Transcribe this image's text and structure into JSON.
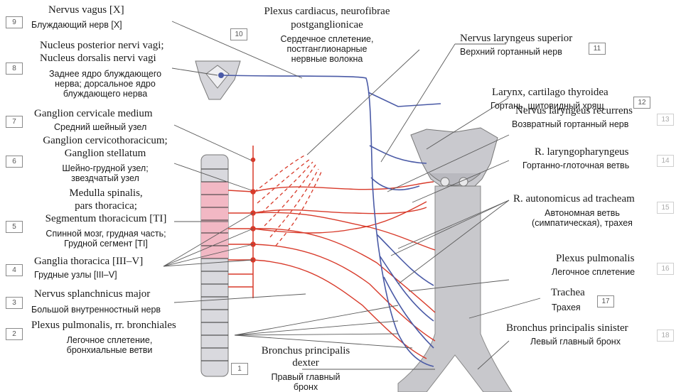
{
  "labels": [
    {
      "num": "9",
      "lat": "Nervus vagus [X]",
      "ru": "Блуждающий нерв [X]"
    },
    {
      "num": "8",
      "lat_lines": [
        "Nucleus posterior nervi vagi;",
        "Nucleus dorsalis nervi vagi"
      ],
      "ru_lines": [
        "Заднее ядро блуждающего",
        "нерва; дорсальное ядро",
        "блуждающего нерва"
      ]
    },
    {
      "num": "7",
      "lat": "Ganglion cervicale medium",
      "ru": "Средний шейный узел"
    },
    {
      "num": "6",
      "lat_lines": [
        "Ganglion cervicothoracicum;",
        "Ganglion stellatum"
      ],
      "ru_lines": [
        "Шейно-грудной узел;",
        "звездчатый узел"
      ]
    },
    {
      "num": "5",
      "lat_lines": [
        "Medulla spinalis,",
        "pars thoracica;",
        "Segmentum thoracicum [TI]"
      ],
      "ru_lines": [
        "Спинной мозг, грудная часть;",
        "Грудной сегмент [TI]"
      ]
    },
    {
      "num": "4",
      "lat": "Ganglia thoracica [III–V]",
      "ru": "Грудные узлы [III–V]"
    },
    {
      "num": "3",
      "lat": "Nervus splanchnicus major",
      "ru": "Большой внутренностный нерв"
    },
    {
      "num": "2",
      "lat": "Plexus pulmonalis, rr. bronchiales",
      "ru_lines": [
        "Легочное сплетение,",
        "бронхиальные ветви"
      ]
    },
    {
      "num": "1",
      "lat_lines": [
        "Bronchus principalis",
        "dexter"
      ],
      "ru_lines": [
        "Правый главный",
        "бронх"
      ]
    },
    {
      "num": "10",
      "lat_lines": [
        "Plexus cardiacus, neurofibrae",
        "postganglionicae"
      ],
      "ru_lines": [
        "Сердечное сплетение,",
        "постганглионарные",
        "нервные волокна"
      ]
    },
    {
      "num": "11",
      "lat": "Nervus laryngeus superior",
      "ru": "Верхний гортанный нерв"
    },
    {
      "num": "12",
      "lat": "Larynx, cartilago thyroidea",
      "ru": "Гортань, щитовидный хрящ"
    },
    {
      "num": "13",
      "lat": "Nervus laryngeus recurrens",
      "ru": "Возвратный гортанный нерв"
    },
    {
      "num": "14",
      "lat": "R. laryngopharyngeus",
      "ru": "Гортанно-глоточная ветвь"
    },
    {
      "num": "15",
      "lat": "R. autonomicus ad tracheam",
      "ru_lines": [
        "Автономная ветвь",
        "(симпатическая), трахея"
      ]
    },
    {
      "num": "16",
      "lat": "Plexus pulmonalis",
      "ru": "Легочное сплетение"
    },
    {
      "num": "17",
      "lat": "Trachea",
      "ru": "Трахея"
    },
    {
      "num": "18",
      "lat": "Bronchus principalis sinister",
      "ru": "Левый главный бронх"
    }
  ],
  "colors": {
    "vagus": "#4a5aa6",
    "sympathetic": "#d83a2a",
    "spinal_segment": "#f2b8c4",
    "spinal_cord": "#d9d9de",
    "trachea": "#c8c8cc",
    "leader": "#5a5a5a"
  }
}
